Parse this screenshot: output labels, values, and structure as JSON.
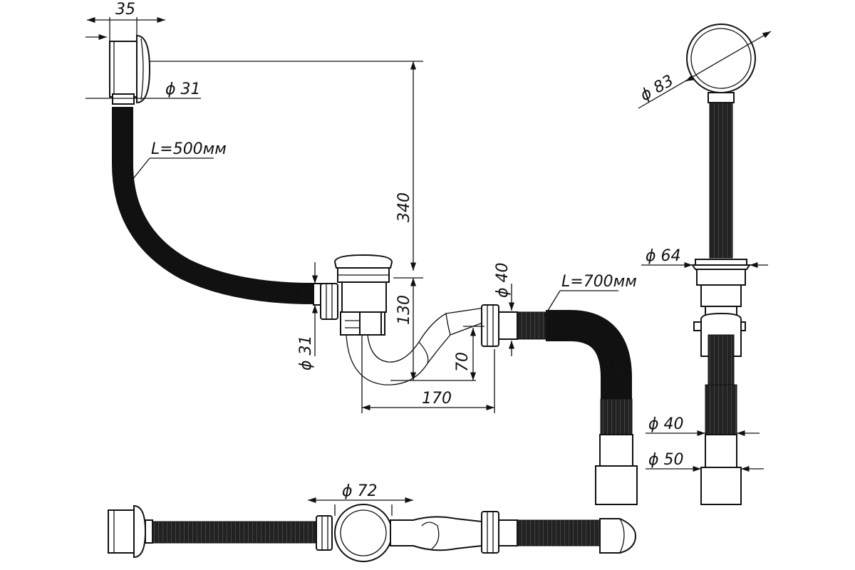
{
  "drawing": {
    "labels": {
      "d35": "35",
      "d31_top": "ϕ 31",
      "l500": "L=500мм",
      "d340": "340",
      "d130": "130",
      "d31_left": "ϕ 31",
      "d40_trap": "ϕ 40",
      "l700": "L=700мм",
      "d70": "70",
      "d170": "170",
      "d83": "ϕ 83",
      "d64": "ϕ 64",
      "d40_side": "ϕ 40",
      "d50_side": "ϕ 50",
      "d72": "ϕ 72"
    }
  }
}
